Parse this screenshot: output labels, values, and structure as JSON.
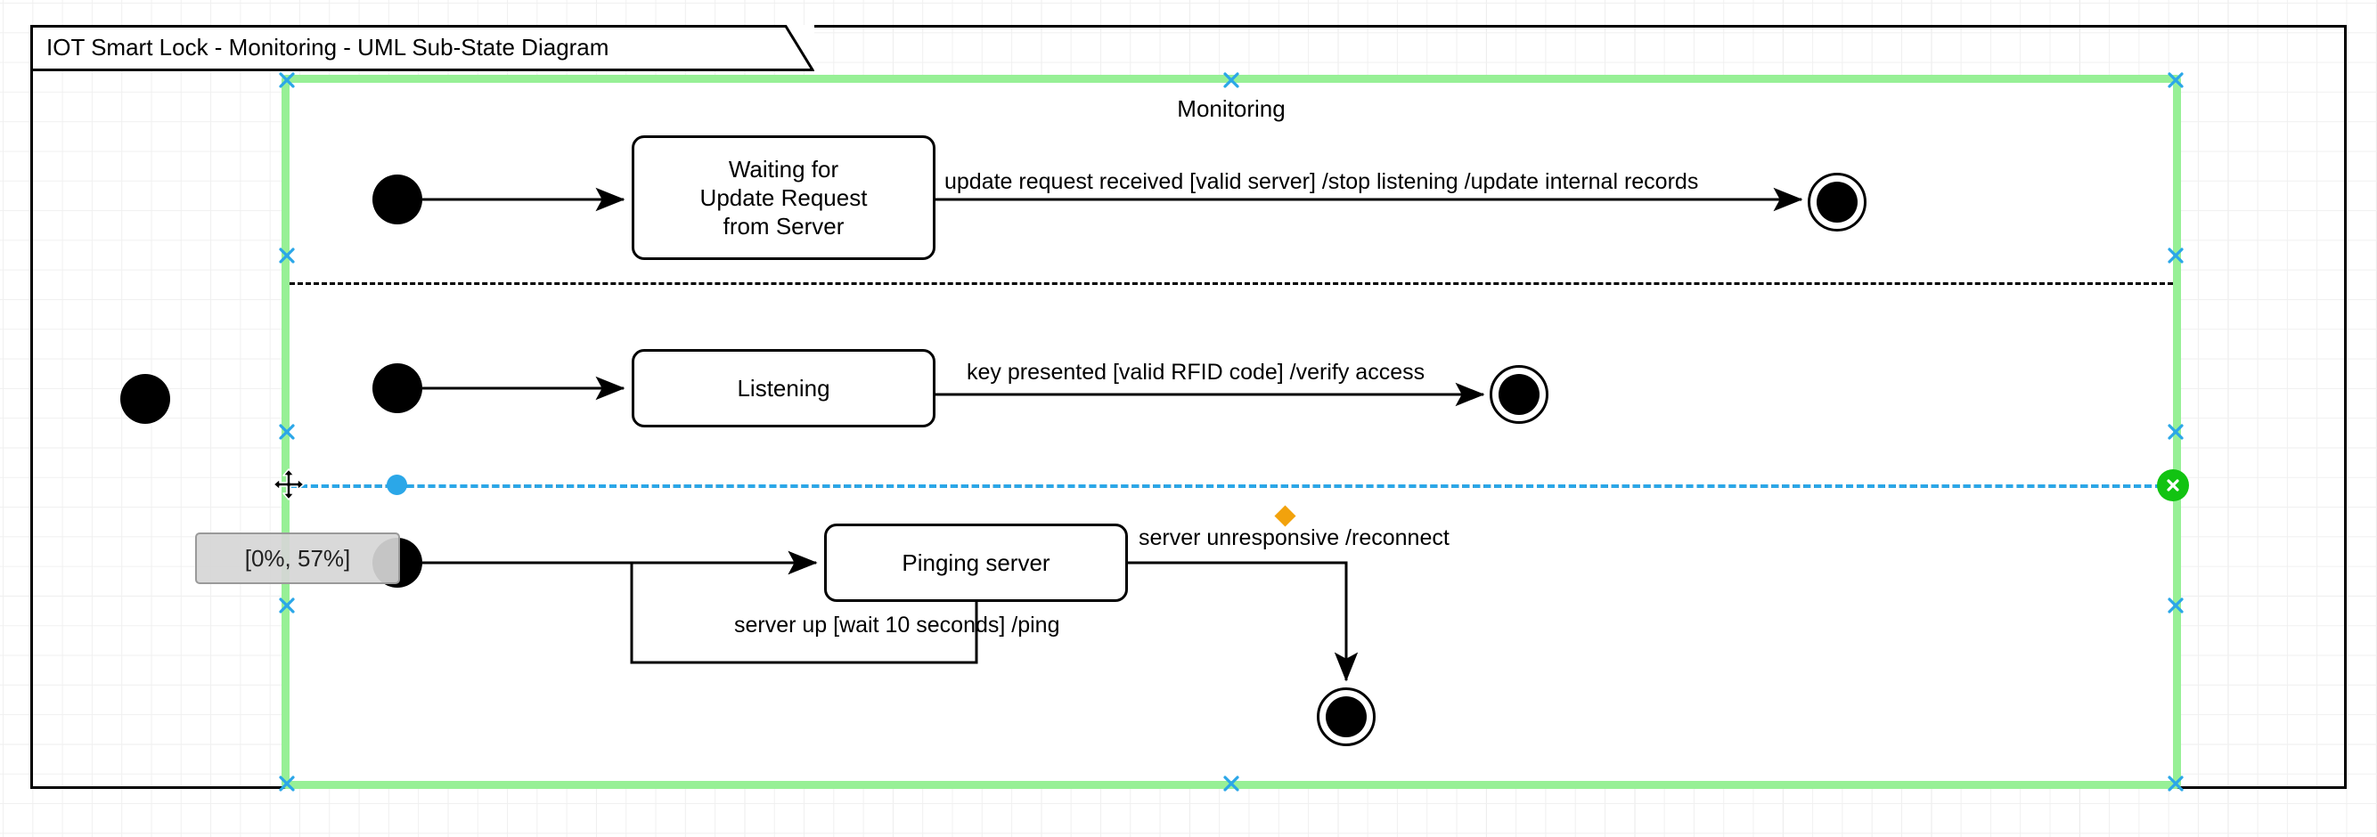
{
  "window": {
    "title": "IOT Smart Lock - Monitoring - UML Sub-State Diagram"
  },
  "diagram": {
    "frame_title": "IOT Smart Lock - Monitoring - UML Sub-State Diagram",
    "composite_state": "Monitoring",
    "states": [
      {
        "id": "waiting",
        "label": "Waiting for\nUpdate Request\nfrom Server"
      },
      {
        "id": "listening",
        "label": "Listening"
      },
      {
        "id": "pinging",
        "label": "Pinging server"
      }
    ],
    "transitions": [
      {
        "id": "t1",
        "label": "update request received [valid server] /stop listening /update internal records"
      },
      {
        "id": "t2",
        "label": "key presented [valid RFID code] /verify access"
      },
      {
        "id": "t3",
        "label": "server unresponsive /reconnect"
      },
      {
        "id": "t4",
        "label": "server up [wait 10 seconds] /ping"
      }
    ]
  },
  "interaction": {
    "tooltip": "[0%, 57%]",
    "selection_color": "#97f096",
    "drag_color": "#2ba7e8",
    "accept_color": "#12c312",
    "waypoint_color": "#f2a20c",
    "cursor": "move-cursor-icon",
    "accept_icon": "close-x-icon"
  }
}
